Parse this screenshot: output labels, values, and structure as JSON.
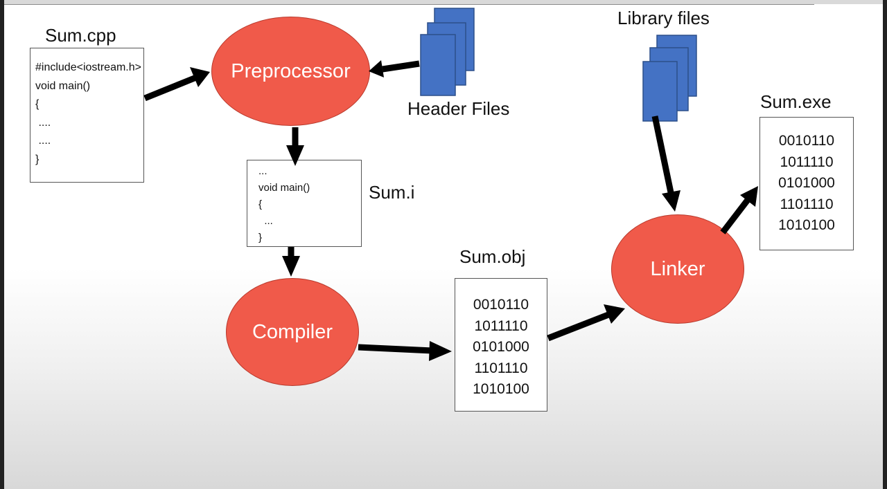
{
  "source": {
    "title": "Sum.cpp",
    "lines": [
      "#include<iostream.h>",
      "void main()",
      "{",
      " ....",
      " ....",
      "}"
    ]
  },
  "preprocessor": {
    "label": "Preprocessor"
  },
  "header_files": {
    "label": "Header Files"
  },
  "intermediate": {
    "title": "Sum.i",
    "lines": [
      "...",
      "void main()",
      "{",
      "  ...",
      "}"
    ]
  },
  "compiler": {
    "label": "Compiler"
  },
  "object": {
    "title": "Sum.obj",
    "lines": [
      "0010110",
      "1011110",
      "0101000",
      "1101110",
      "1010100"
    ]
  },
  "library_files": {
    "label": "Library files"
  },
  "linker": {
    "label": "Linker"
  },
  "executable": {
    "title": "Sum.exe",
    "lines": [
      "0010110",
      "1011110",
      "0101000",
      "1101110",
      "1010100"
    ]
  },
  "colors": {
    "process": "#f05a4a",
    "file_stack": "#4472c4",
    "arrow": "#000000"
  }
}
